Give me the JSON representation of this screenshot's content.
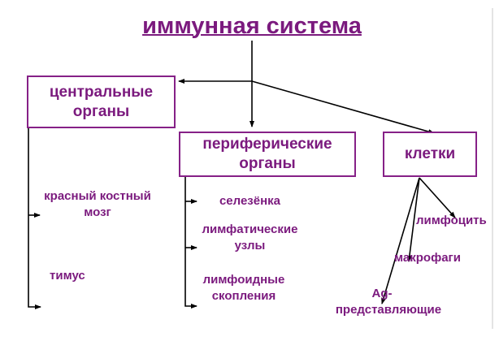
{
  "title": "иммунная система",
  "boxes": {
    "central": {
      "line1": "центральные",
      "line2": "органы"
    },
    "peripheral": {
      "line1": "периферические",
      "line2": "органы"
    },
    "cells": "клетки"
  },
  "central_items": {
    "bone_marrow_1": "красный костный",
    "bone_marrow_2": "мозг",
    "thymus": "тимус"
  },
  "peripheral_items": {
    "spleen": "селезёнка",
    "nodes_1": "лимфатические",
    "nodes_2": "узлы",
    "clusters_1": "лимфоидные",
    "clusters_2": "скопления"
  },
  "cell_items": {
    "lymphocytes": "лимфоцить",
    "macrophages": "макрофаги",
    "apc_1": "Ag-",
    "apc_2": "представляющие"
  },
  "colors": {
    "accent": "#7b1a7e"
  }
}
